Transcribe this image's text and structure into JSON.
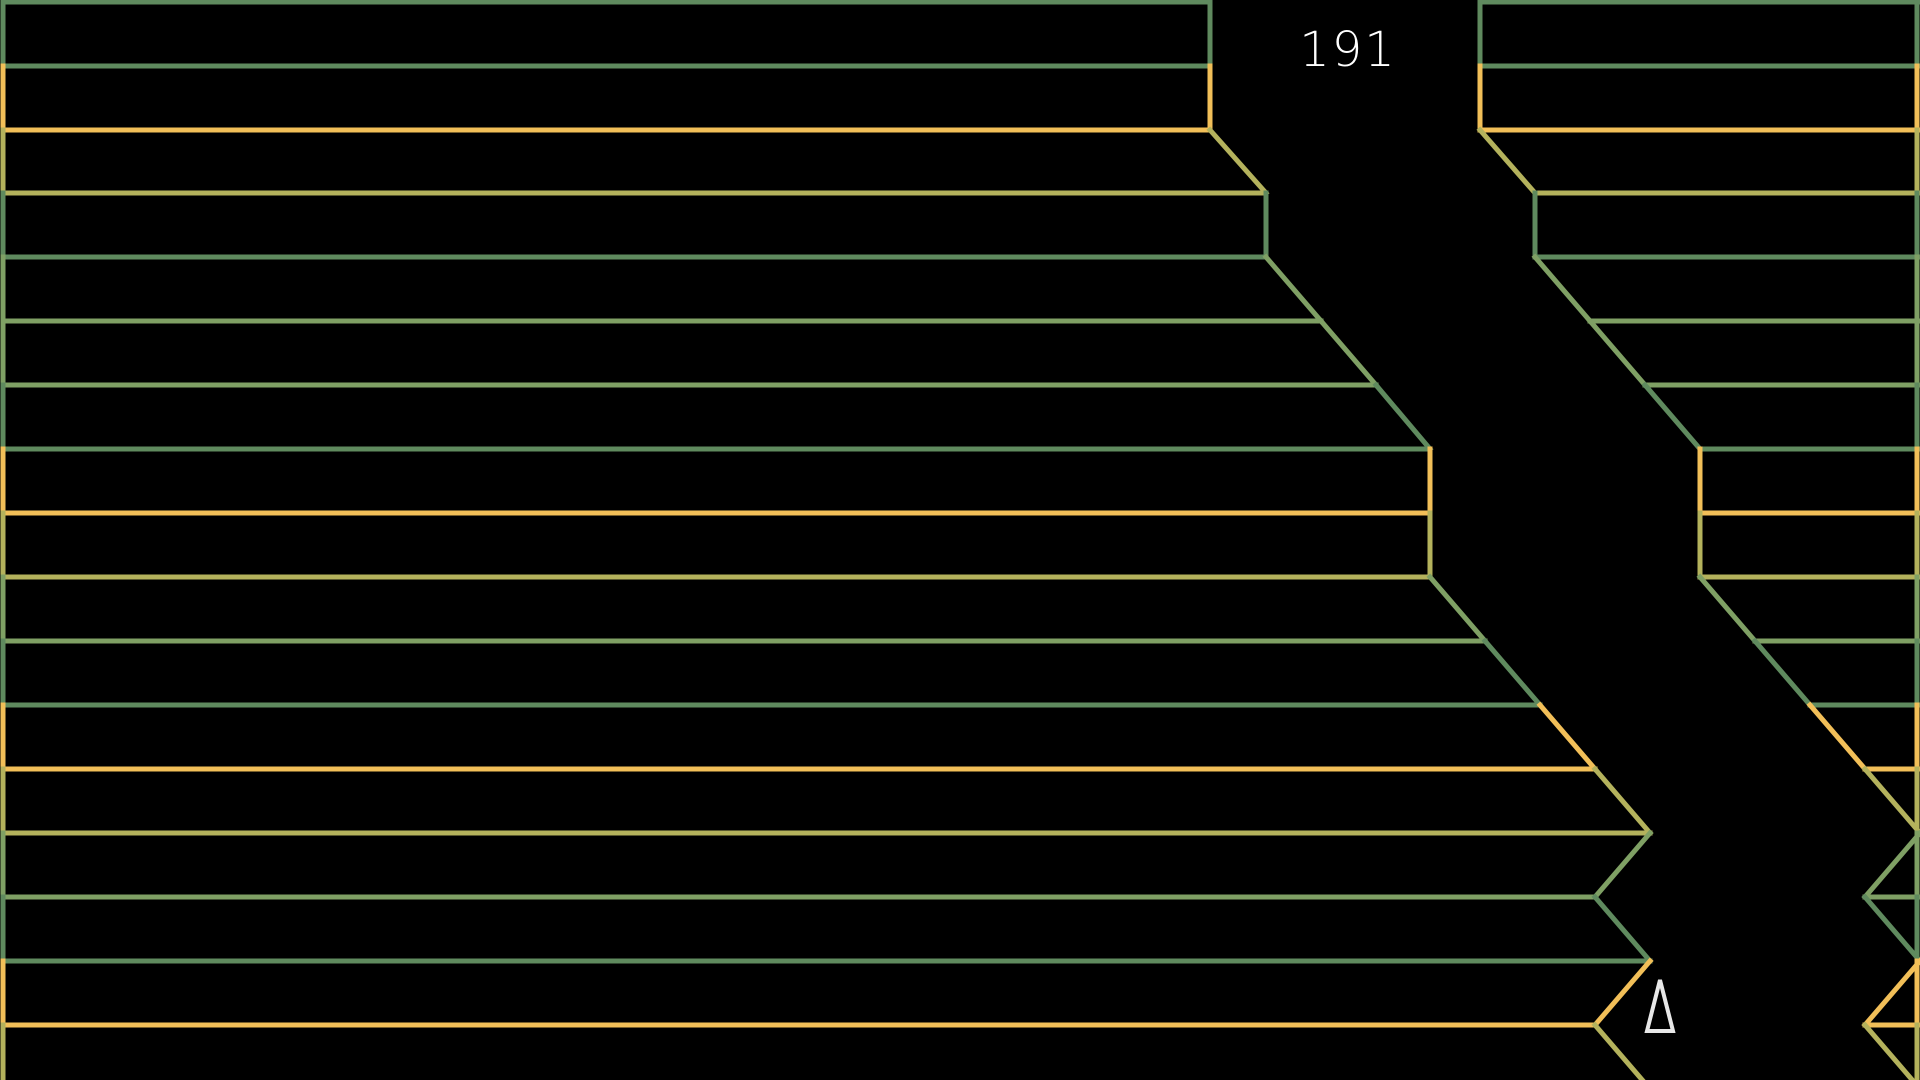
{
  "game": {
    "score": "191",
    "icons": {
      "player": "triangle-outline-icon"
    },
    "colors": {
      "background": "#000000",
      "dark_green": "#5f8a5e",
      "green": "#7fa064",
      "olive": "#b4b25c",
      "yellow": "#f2bf58",
      "player": "#e8e8e8",
      "score_text": "#ffffff"
    },
    "layers": [
      {
        "color": "dark_green"
      },
      {
        "color": "yellow"
      },
      {
        "color": "olive"
      },
      {
        "color": "dark_green"
      },
      {
        "color": "green"
      },
      {
        "color": "green"
      },
      {
        "color": "dark_green"
      },
      {
        "color": "yellow"
      },
      {
        "color": "olive"
      },
      {
        "color": "green"
      },
      {
        "color": "dark_green"
      },
      {
        "color": "yellow"
      },
      {
        "color": "olive"
      },
      {
        "color": "green"
      },
      {
        "color": "dark_green"
      },
      {
        "color": "yellow"
      },
      {
        "color": "olive"
      }
    ]
  }
}
